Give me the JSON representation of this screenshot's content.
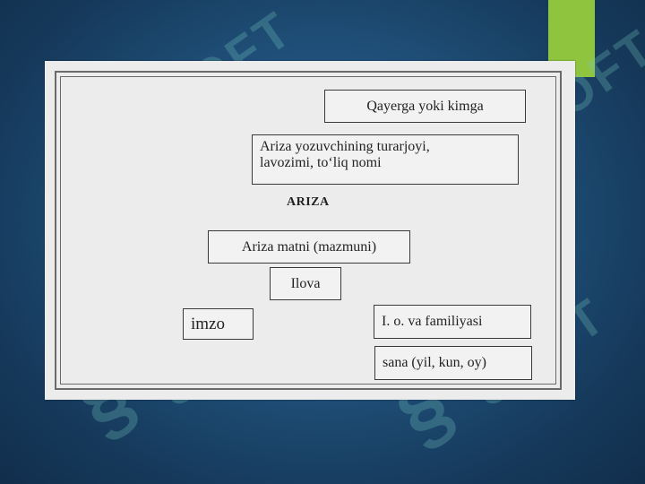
{
  "watermark": {
    "symbol": "§",
    "text": "SOFT"
  },
  "diagram": {
    "recipient": "Qayerga yoki kimga",
    "applicant_line1": "Ariza yozuvchining turarjoyi,",
    "applicant_line2": "lavozimi, to‘liq nomi",
    "heading": "ARIZA",
    "content": "Ariza matni (mazmuni)",
    "attachment": "Ilova",
    "signature": "imzo",
    "name": "I. o. va familiyasi",
    "date": "sana (yil, kun, oy)"
  },
  "colors": {
    "background": "#1f4f78",
    "accent": "#8fc43e",
    "card": "#ececec"
  }
}
